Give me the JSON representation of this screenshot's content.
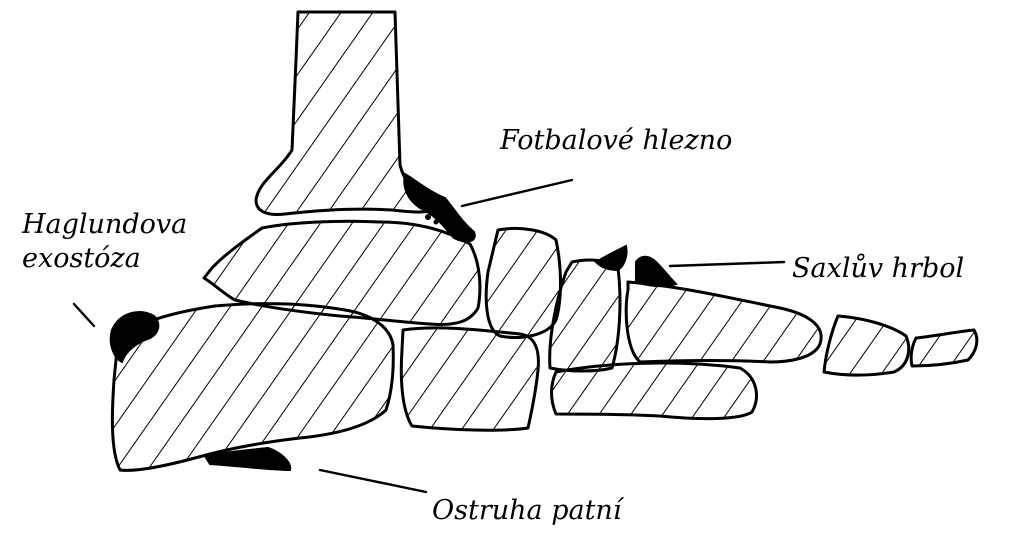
{
  "labels": {
    "haglund_line1": "Haglundova",
    "haglund_line2": "exostóza",
    "fotbal": "Fotbalové hlezno",
    "saxl": "Saxlův hrbol",
    "ostruha": "Ostruha patní"
  }
}
